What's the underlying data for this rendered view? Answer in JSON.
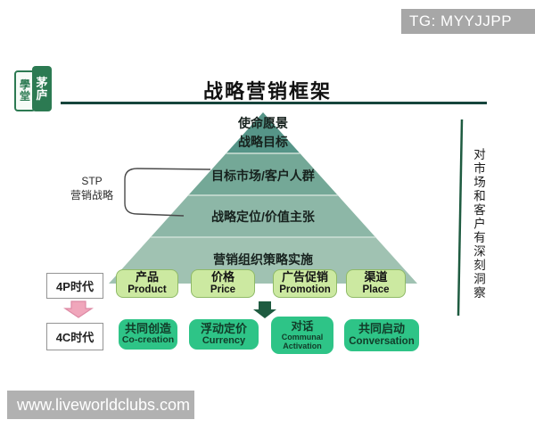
{
  "header": {
    "tg_badge": "TG: MYYJJPP",
    "title": "战略营销框架"
  },
  "logo": {
    "seal_left_top": "學",
    "seal_left_bottom": "堂",
    "seal_right_top": "茅",
    "seal_right_bottom": "庐"
  },
  "pyramid": {
    "levels": [
      "使命愿景",
      "战略目标",
      "目标市场/客户人群",
      "战略定位/价值主张",
      "营销组织策略实施"
    ]
  },
  "stp": {
    "line1": "STP",
    "line2": "营销战略"
  },
  "right_note": "对市场和客户有深刻洞察",
  "eras": {
    "p": "4P时代",
    "c": "4C时代"
  },
  "boxes_4p": [
    {
      "zh": "产品",
      "en": "Product"
    },
    {
      "zh": "价格",
      "en": "Price"
    },
    {
      "zh": "广告促销",
      "en": "Promotion"
    },
    {
      "zh": "渠道",
      "en": "Place"
    }
  ],
  "boxes_4c": [
    {
      "zh": "共同创造",
      "en": "Co-creation"
    },
    {
      "zh": "浮动定价",
      "en": "Currency"
    },
    {
      "zh": "对话",
      "en": "Communal Activation"
    },
    {
      "zh": "共同启动",
      "en": "Conversation"
    }
  ],
  "watermark": "www.liveworldclubs.com",
  "colors": {
    "pyramid_bands": [
      "#569588",
      "#74a897",
      "#8db7a7",
      "#a0c2b2"
    ],
    "band_separator": "#cde0d6",
    "box_4p_bg": "#cce9a1",
    "box_4p_border": "#8fba67",
    "box_4c_bg": "#2ec487",
    "box_4c_text": "#123c29",
    "arrow_pink": "#f0a6bb",
    "arrow_pink_border": "#dd8aa5",
    "arrow_dark_green": "#1e5b40",
    "right_line": "#1e5b40",
    "badge_bg": "#a7a7a7",
    "watermark_bg": "#b1b1b1",
    "seal_green": "#2c7a52",
    "title_rule": "#16453c"
  }
}
